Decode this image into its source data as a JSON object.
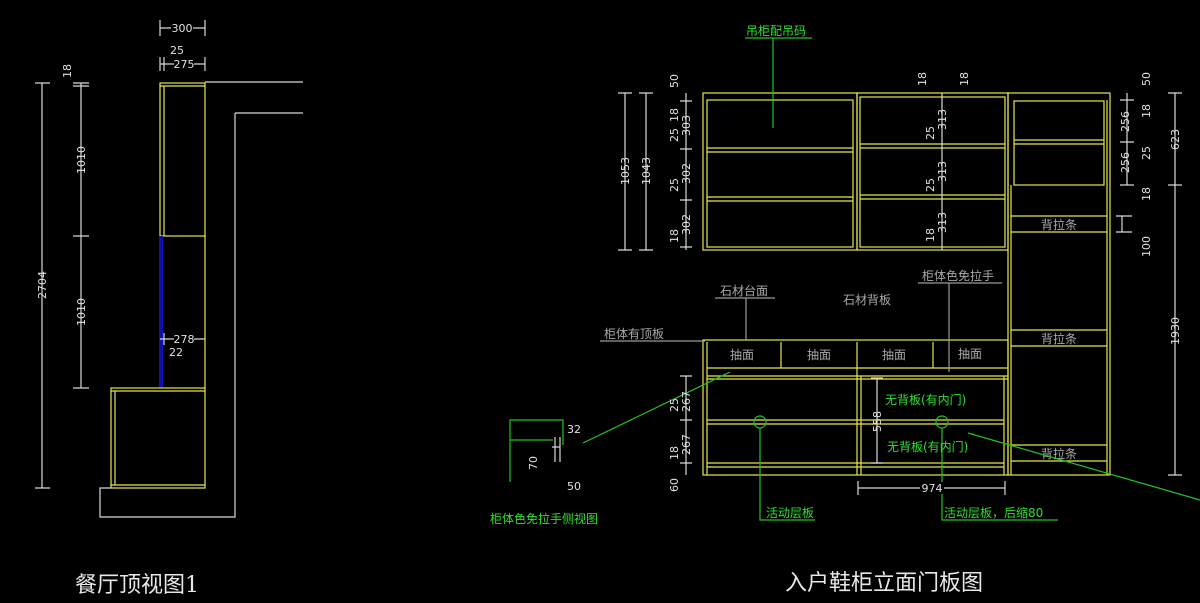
{
  "left_view": {
    "title": "餐厅顶视图1",
    "dims": {
      "total_height": "2704",
      "upper": "1010",
      "lower": "1010",
      "top_panel": "18",
      "width": "300",
      "door": "25",
      "body": "275",
      "depth": "278",
      "gap": "22"
    }
  },
  "right_view": {
    "title": "入户鞋柜立面门板图",
    "labels": {
      "hanging_cabinet": "吊柜配吊码",
      "stone_top": "石材台面",
      "stone_back": "石材背板",
      "handleless": "柜体色免拉手",
      "top_board": "柜体有顶板",
      "drawer_fronts": [
        "抽面",
        "抽面",
        "抽面",
        "抽面"
      ],
      "back_rails": [
        "背拉条",
        "背拉条",
        "背拉条"
      ],
      "no_back_panel": [
        "无背板(有内门)",
        "无背板(有内门)"
      ],
      "movable_shelf": "活动层板",
      "movable_shelf_back": "活动层板，后缩80",
      "side_view": "柜体色免拉手侧视图"
    },
    "dims": {
      "d1053": "1053",
      "d1043": "1043",
      "d50": "50",
      "d18": "18",
      "d303": "303",
      "d25": "25",
      "d302": "302",
      "d313": "313",
      "d256": "256",
      "d623": "623",
      "d100": "100",
      "d1930": "1930",
      "d267": "267",
      "d60": "60",
      "d558": "558",
      "d974": "974",
      "d32": "32",
      "d70": "70"
    }
  }
}
